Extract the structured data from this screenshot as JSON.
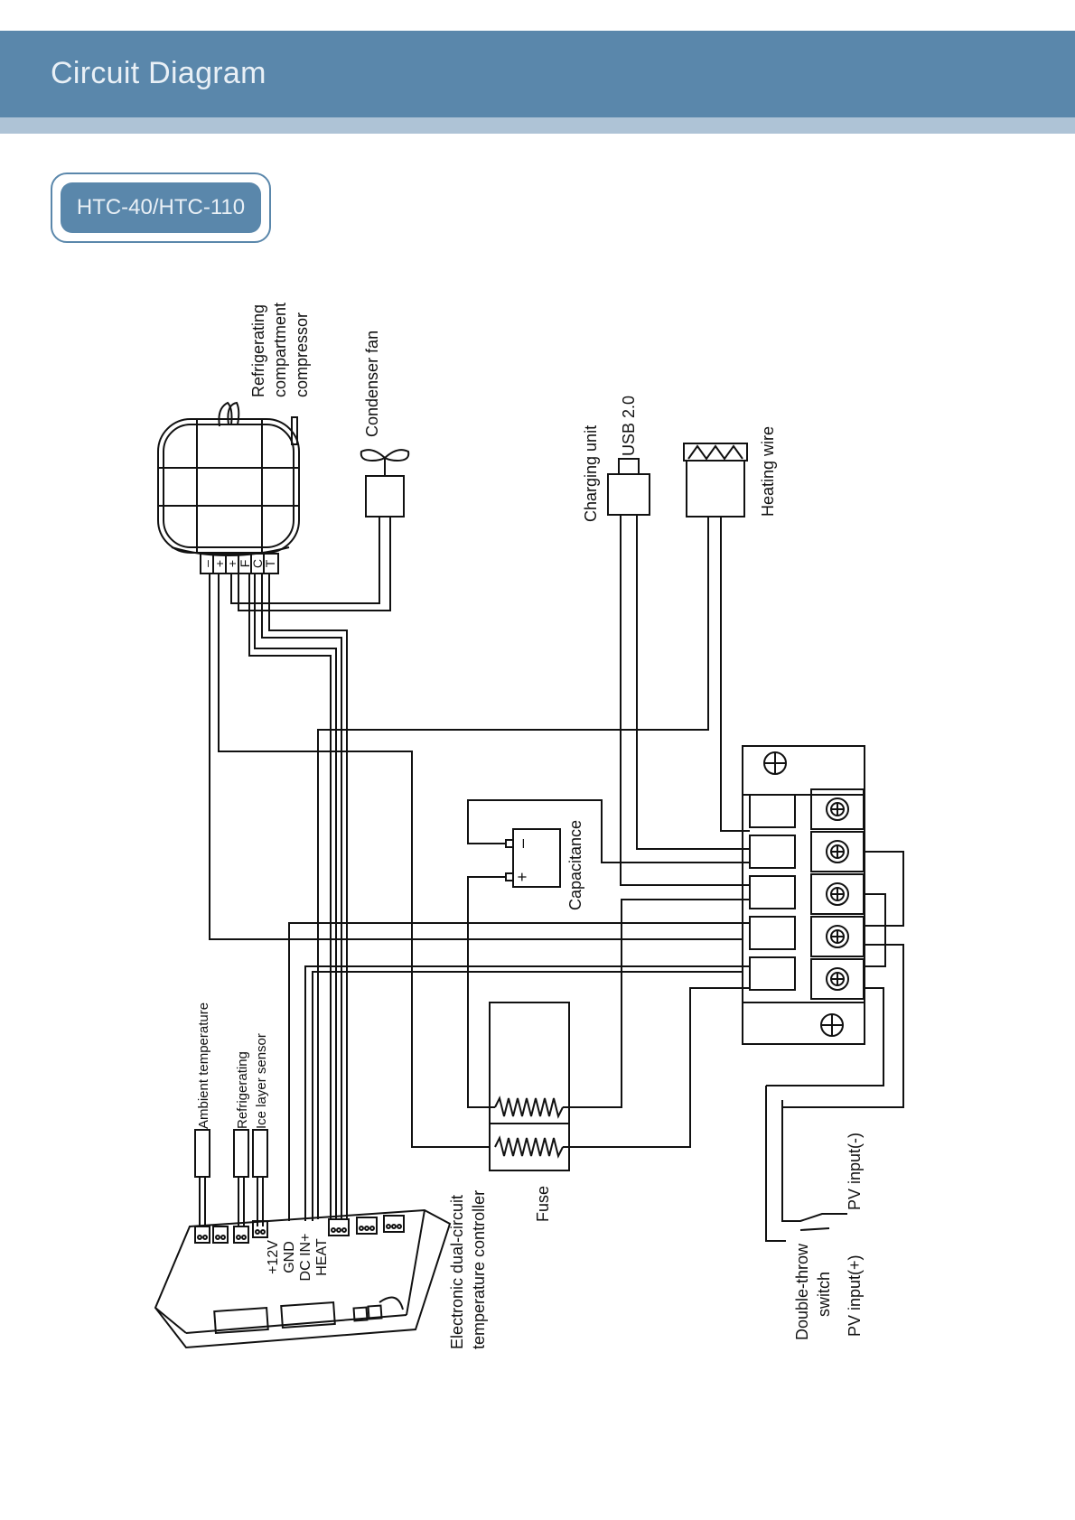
{
  "header": {
    "title": "Circuit Diagram",
    "accent": "#5a87ab",
    "strip": "#aec3d6"
  },
  "model": {
    "label": "HTC-40/HTC-110"
  },
  "labels": {
    "compressor": [
      "Refrigerating",
      "compartment",
      "compressor"
    ],
    "condenser_fan": "Condenser fan",
    "charging_unit": "Charging unit",
    "usb": "USB 2.0",
    "heating_wire": "Heating wire",
    "capacitance": "Capacitance",
    "fuse": "Fuse",
    "ambient": "Ambient temperature",
    "refrigerating_sensor": "Refrigerating",
    "ice_sensor": "Ice layer sensor",
    "controller": [
      "Electronic dual-circuit",
      "temperature controller"
    ],
    "pins": [
      "+12V",
      "GND",
      "DC IN+",
      "HEAT"
    ],
    "compressor_pins": [
      "–",
      "+",
      "+",
      "F",
      "C",
      "T"
    ],
    "switch": [
      "Double-throw",
      "switch"
    ],
    "pv_minus": "PV input(-)",
    "pv_plus": "PV input(+)",
    "cap_minus": "–",
    "cap_plus": "+"
  }
}
